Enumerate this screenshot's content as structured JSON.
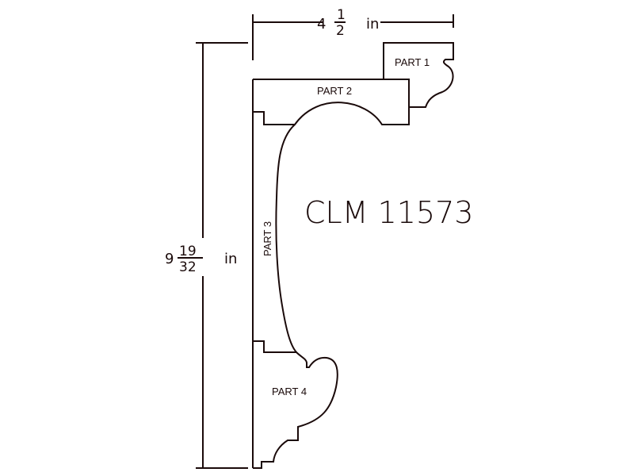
{
  "drawing": {
    "title": "CLM 11573",
    "width_dimension": {
      "whole": "4",
      "numerator": "1",
      "denominator": "2",
      "unit": "in"
    },
    "height_dimension": {
      "whole": "9",
      "numerator": "19",
      "denominator": "32",
      "unit": "in"
    },
    "parts": [
      "PART 1",
      "PART 2",
      "PART 3",
      "PART 4"
    ],
    "line_color": "#1a0a0a"
  }
}
